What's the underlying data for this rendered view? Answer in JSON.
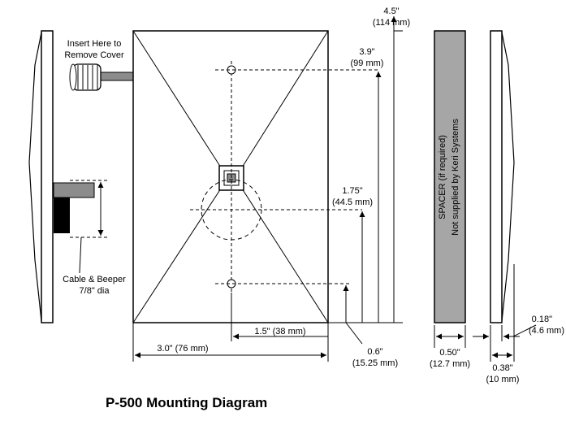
{
  "caption": "P-500 Mounting Diagram",
  "labels": {
    "insert_1": "Insert Here to",
    "insert_2": "Remove Cover",
    "cable_1": "Cable & Beeper",
    "cable_2": "7/8\" dia",
    "dim_4_5_in": "4.5\"",
    "dim_4_5_mm": "(114 mm)",
    "dim_3_9_in": "3.9\"",
    "dim_3_9_mm": "(99 mm)",
    "dim_1_75_in": "1.75\"",
    "dim_1_75_mm": "(44.5 mm)",
    "dim_1_5": "1.5\" (38 mm)",
    "dim_3_0": "3.0\" (76 mm)",
    "dim_0_6_in": "0.6\"",
    "dim_0_6_mm": "(15.25 mm)",
    "spacer_1": "SPACER (if required)",
    "spacer_2": "Not supplied by Keri Systems",
    "dim_0_50_in": "0.50\"",
    "dim_0_50_mm": "(12.7 mm)",
    "dim_0_18_in": "0.18\"",
    "dim_0_18_mm": "(4.6 mm)",
    "dim_0_38_in": "0.38\"",
    "dim_0_38_mm": "(10 mm)"
  }
}
